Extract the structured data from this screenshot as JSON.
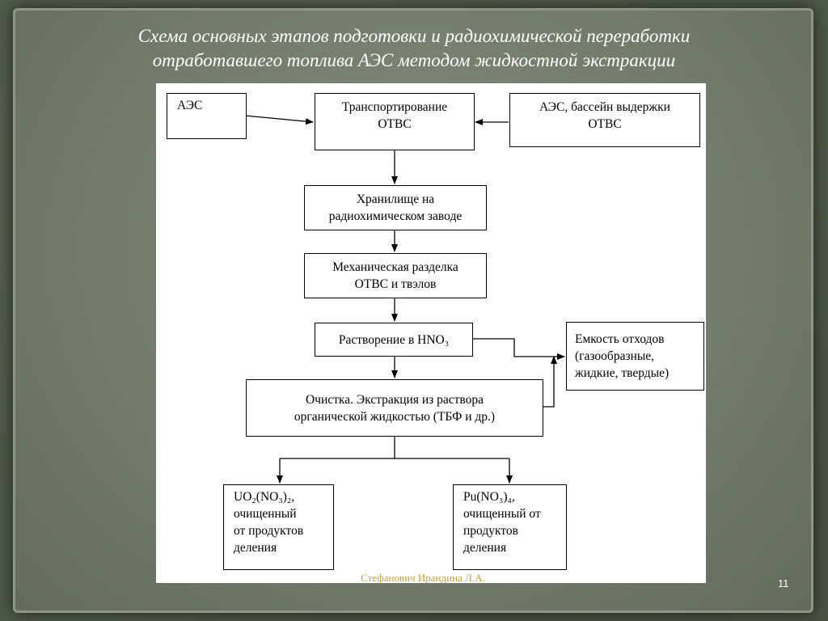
{
  "slide": {
    "title_line1": "Схема основных этапов подготовки и радиохимической переработки",
    "title_line2": "отработавшего топлива АЭС методом жидкостной экстракции",
    "footer": "Стефанович Ирандина Л.А.",
    "page_number": "11"
  },
  "diagram": {
    "nodes": {
      "npp": "АЭС",
      "transport": "Транспортирование\nОТВС",
      "npp_pool": "АЭС, бассейн выдержки\nОТВС",
      "storage": "Хранилище на\nрадиохимическом заводе",
      "cutting": "Механическая разделка\nОТВС и твэлов",
      "dissolution": "Растворение в HNO₃",
      "waste": "Емкость отходов\n(газообразные,\nжидкие, твердые)",
      "purification": "Очистка. Экстракция из раствора\nорганической жидкостью (ТБФ и др.)",
      "uranium": "UO₂(NO₃)₂,\nочищенный\nот продуктов\nделения",
      "plutonium": "Pu(NO₃)₄,\nочищенный от\nпродуктов\nделения"
    }
  }
}
